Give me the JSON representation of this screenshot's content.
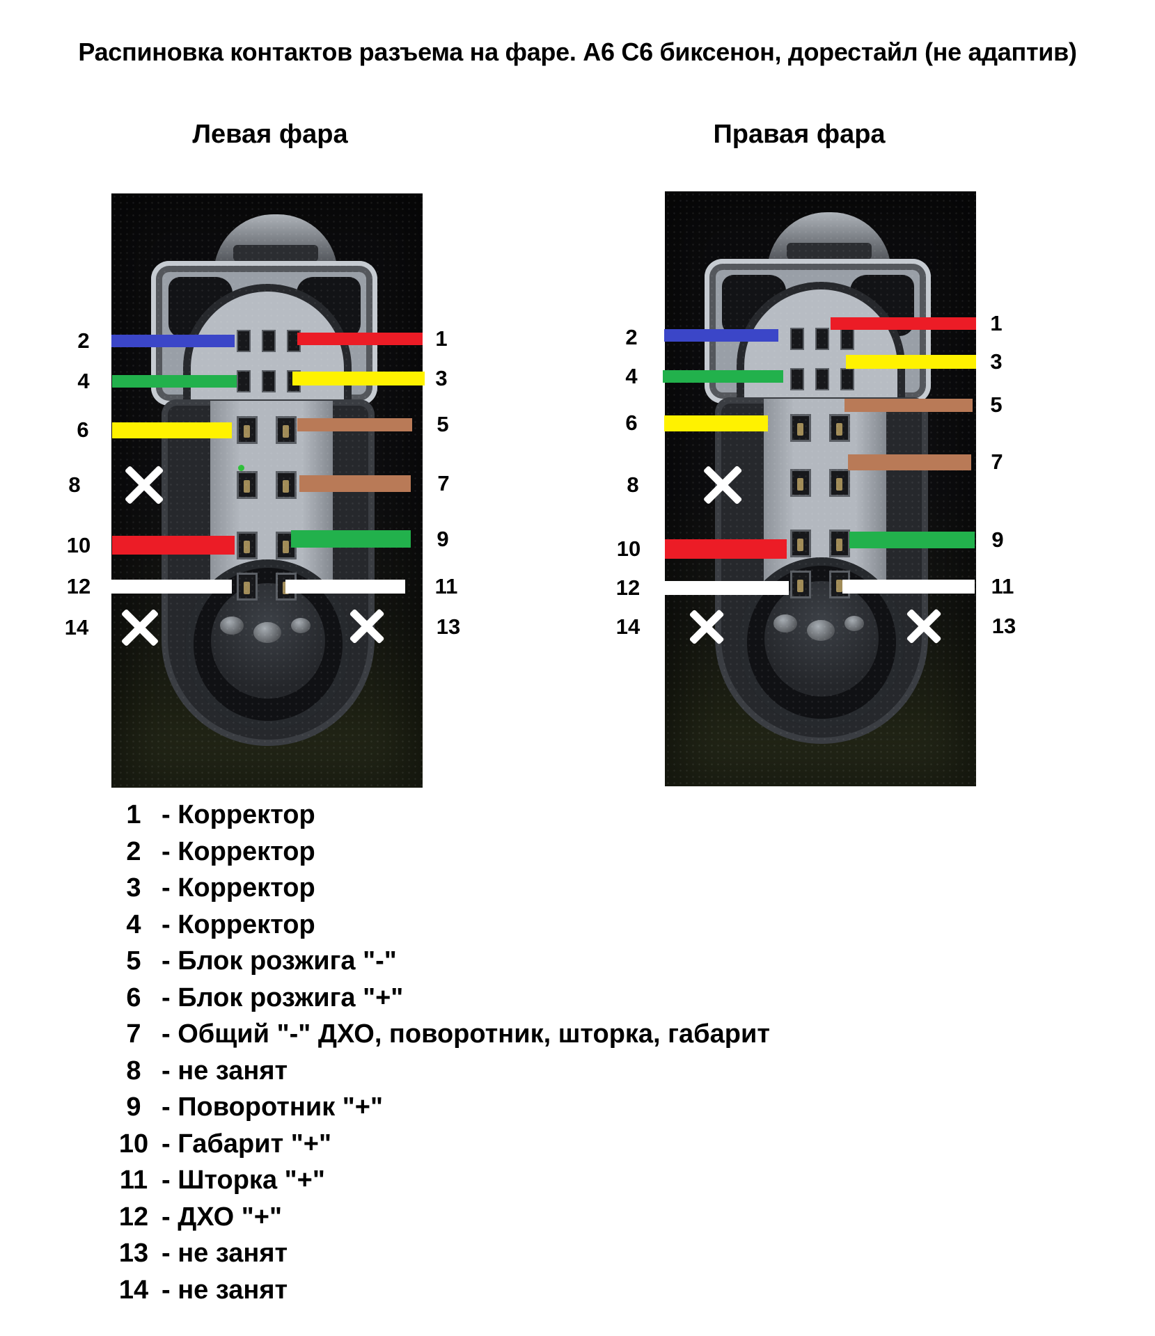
{
  "title": "Распиновка контактов разъема на фаре. А6 С6 биксенон, дорестайл (не адаптив)",
  "connectors": [
    {
      "id": "left",
      "title": "Левая фара",
      "rows": [
        {
          "left": {
            "num": "2",
            "wire": "blue"
          },
          "right": {
            "num": "1",
            "wire": "red"
          }
        },
        {
          "left": {
            "num": "4",
            "wire": "green"
          },
          "right": {
            "num": "3",
            "wire": "yellow"
          }
        },
        {
          "left": {
            "num": "6",
            "wire": "yellow"
          },
          "right": {
            "num": "5",
            "wire": "brown"
          }
        },
        {
          "left": {
            "num": "8",
            "wire": null
          },
          "right": {
            "num": "7",
            "wire": "brown"
          }
        },
        {
          "left": {
            "num": "10",
            "wire": "red"
          },
          "right": {
            "num": "9",
            "wire": "green"
          }
        },
        {
          "left": {
            "num": "12",
            "wire": "white"
          },
          "right": {
            "num": "11",
            "wire": "white"
          }
        },
        {
          "left": {
            "num": "14",
            "wire": null
          },
          "right": {
            "num": "13",
            "wire": null
          }
        }
      ]
    },
    {
      "id": "right",
      "title": "Правая фара",
      "rows": [
        {
          "left": {
            "num": "2",
            "wire": "blue"
          },
          "right": {
            "num": "1",
            "wire": "red"
          }
        },
        {
          "left": {
            "num": "4",
            "wire": "green"
          },
          "right": {
            "num": "3",
            "wire": "yellow"
          }
        },
        {
          "left": {
            "num": "6",
            "wire": "yellow"
          },
          "right": {
            "num": "5",
            "wire": "brown"
          }
        },
        {
          "left": {
            "num": "8",
            "wire": null
          },
          "right": {
            "num": "7",
            "wire": "brown"
          }
        },
        {
          "left": {
            "num": "10",
            "wire": "red"
          },
          "right": {
            "num": "9",
            "wire": "green"
          }
        },
        {
          "left": {
            "num": "12",
            "wire": "white"
          },
          "right": {
            "num": "11",
            "wire": "white"
          }
        },
        {
          "left": {
            "num": "14",
            "wire": null
          },
          "right": {
            "num": "13",
            "wire": null
          }
        }
      ]
    }
  ],
  "wire_colors": {
    "blue": "#3B46C8",
    "green": "#22B14C",
    "yellow": "#FFF200",
    "red": "#EC1C26",
    "brown": "#B97A57",
    "white": "#FFFFFF"
  },
  "legend": [
    {
      "num": "1",
      "label": "Корректор"
    },
    {
      "num": "2",
      "label": "Корректор"
    },
    {
      "num": "3",
      "label": "Корректор"
    },
    {
      "num": "4",
      "label": "Корректор"
    },
    {
      "num": "5",
      "label": "Блок розжига \"-\""
    },
    {
      "num": "6",
      "label": "Блок розжига \"+\""
    },
    {
      "num": "7",
      "label": "Общий \"-\" ДХО, поворотник, шторка, габарит"
    },
    {
      "num": "8",
      "label": "не занят"
    },
    {
      "num": "9",
      "label": " Поворотник \"+\""
    },
    {
      "num": "10",
      "label": "Габарит \"+\""
    },
    {
      "num": "11",
      "label": "Шторка \"+\""
    },
    {
      "num": "12",
      "label": "ДХО \"+\""
    },
    {
      "num": "13",
      "label": "не занят"
    },
    {
      "num": "14",
      "label": "не занят"
    }
  ]
}
